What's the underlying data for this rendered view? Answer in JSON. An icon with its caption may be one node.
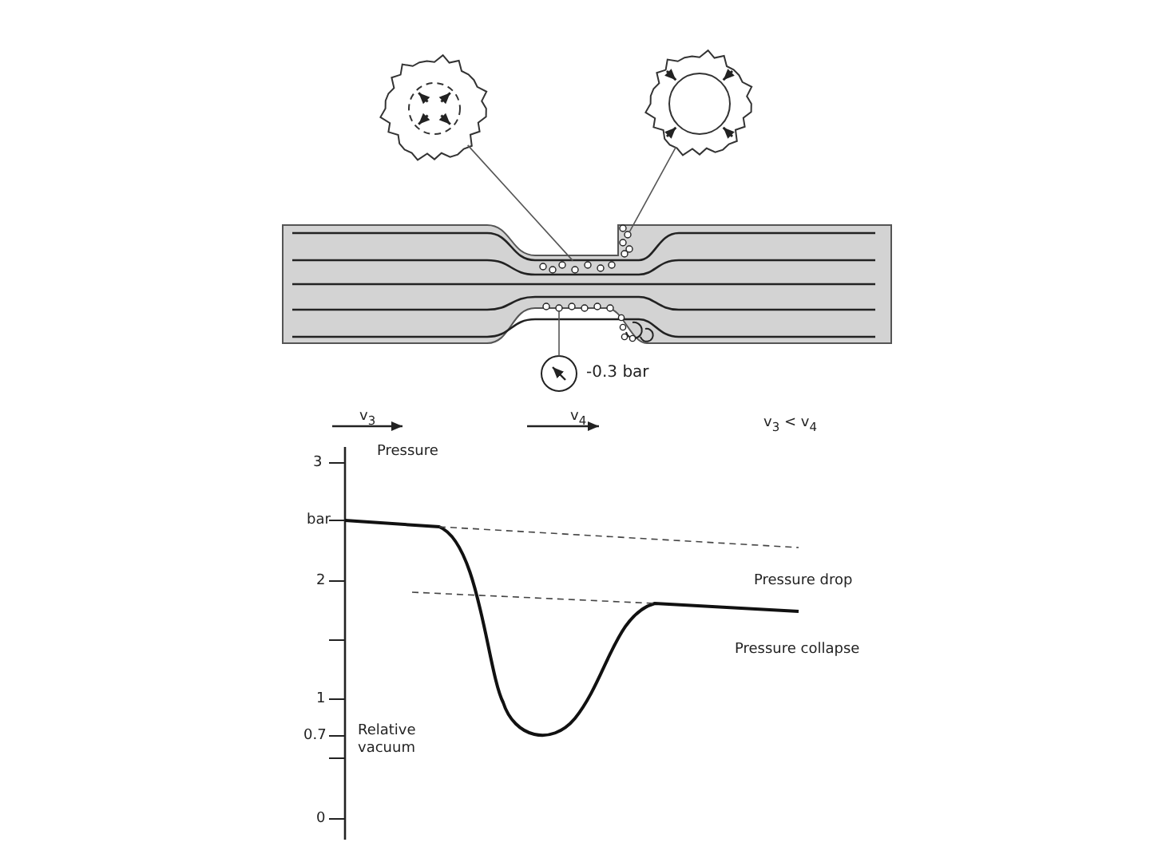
{
  "diagram": {
    "nodes": [
      {
        "text": [],
        "shape": "circle"
      },
      {
        "text": [],
        "shape": "circle"
      },
      {
        "text": [],
        "shape": "bubbles"
      },
      {
        "text": [],
        "shape": "bubbles"
      },
      {
        "text": [],
        "shape": "bubbles"
      },
      {
        "text": [],
        "shape": "circle",
        "beside": [
          "-0.3 bar"
        ]
      }
    ],
    "edges": [
      {
        "from": 0,
        "to": 2,
        "arrow": "none"
      },
      {
        "from": 1,
        "to": 3,
        "arrow": "none"
      },
      {
        "from": 5,
        "to": 4,
        "arrow": "none"
      }
    ],
    "labels": [
      "v$_{3}$",
      "v$_{4}$",
      "v$_{3}$ < v$_{4}$",
      "Pressure",
      "3",
      "bar",
      "2",
      "Pressure drop",
      "Pressure collapse",
      "1",
      "0.7",
      "Relative vacuum",
      "0"
    ]
  }
}
